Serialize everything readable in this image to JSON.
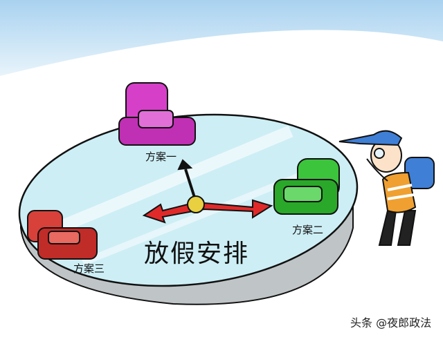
{
  "labels": {
    "option1": "方案一",
    "option2": "方案二",
    "option3": "方案三"
  },
  "title": "放假安排",
  "watermark": "头条 @夜郎政法",
  "colors": {
    "sky": "#b9dcf2",
    "table_top": "#cdeef5",
    "table_edge": "#bfc4c6",
    "chair1": "#d640c8",
    "chair2": "#3cc43c",
    "chair3": "#d8403a",
    "arrow": "#e02a2a"
  }
}
